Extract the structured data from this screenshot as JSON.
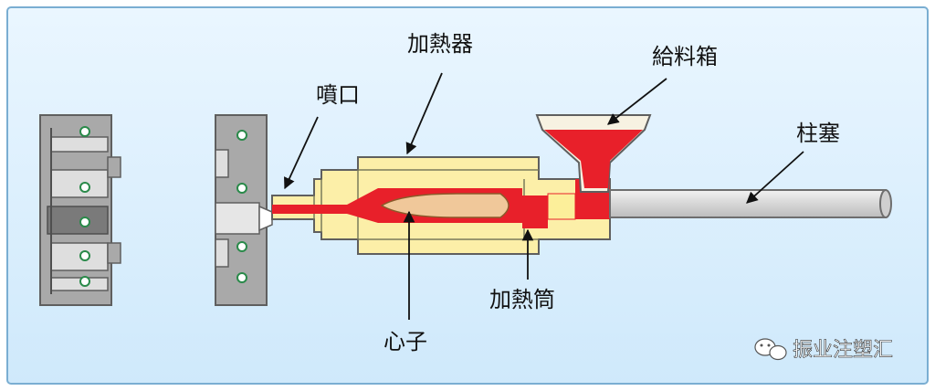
{
  "labels": {
    "heater": "加熱器",
    "feeder": "給料箱",
    "nozzle": "噴口",
    "plunger": "柱塞",
    "core": "心子",
    "barrel": "加熱筒"
  },
  "watermark": {
    "text": "振业注塑汇"
  },
  "colors": {
    "background_top": "#eaf6ff",
    "background_bottom": "#cfe9fb",
    "frame": "#7aaed2",
    "mold_gray": "#a9a9a9",
    "mold_dark": "#6e6e6e",
    "barrel_yellow": "#fcefa8",
    "melt_red": "#e8202a",
    "core_tan": "#f0c89a",
    "hopper_white": "#f7f2e2",
    "plunger_gray": "#dcdcdc"
  }
}
